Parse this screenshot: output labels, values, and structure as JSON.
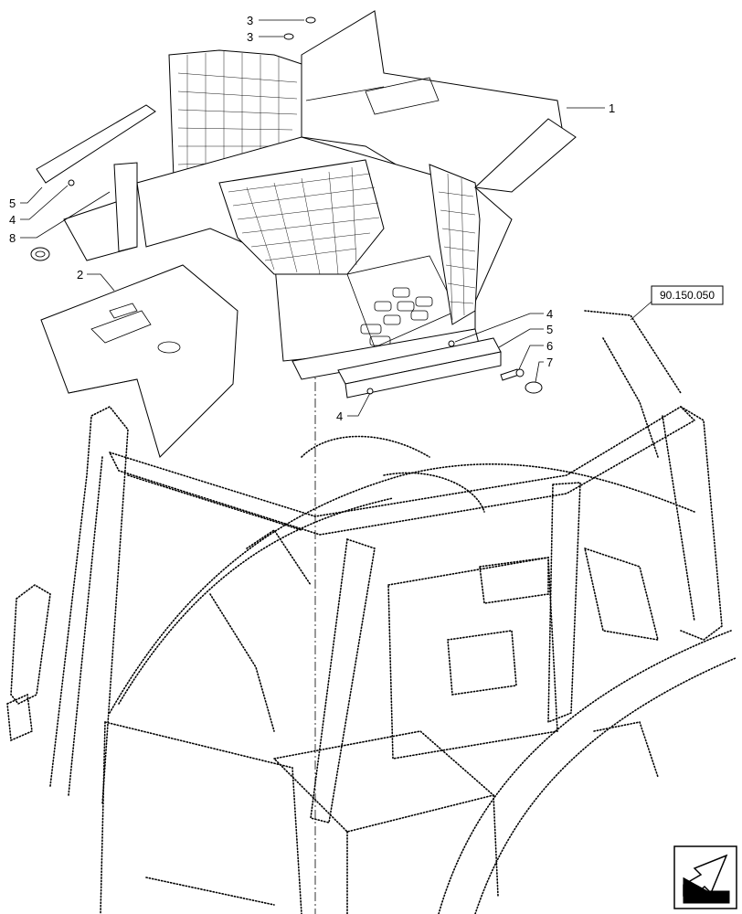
{
  "diagram": {
    "reference_code": "90.150.050",
    "callouts": [
      "1",
      "2",
      "3",
      "3",
      "4",
      "4",
      "4",
      "5",
      "5",
      "6",
      "7",
      "8"
    ],
    "nav_icon": "arrow-nav-icon"
  }
}
